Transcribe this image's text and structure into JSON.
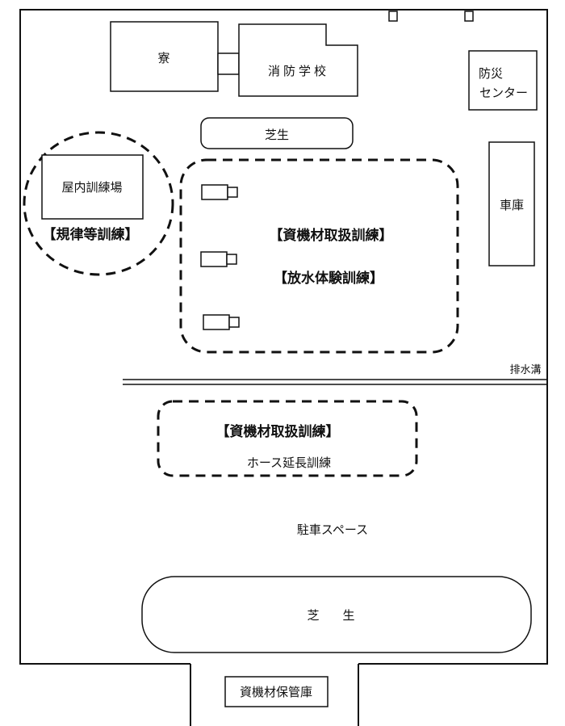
{
  "buildings": {
    "dormitory": "寮",
    "fire_school": "消防学校",
    "disaster_center_line1": "防災",
    "disaster_center_line2": "センター",
    "indoor_training_hall": "屋内訓練場",
    "garage": "車庫",
    "equipment_storage": "資機材保管庫"
  },
  "lawns": {
    "upper": "芝生",
    "lower_char1": "芝",
    "lower_char2": "生"
  },
  "training_zones": {
    "discipline": "【規律等訓練】",
    "equipment_handling_upper": "【資機材取扱訓練】",
    "water_discharge": "【放水体験訓練】",
    "equipment_handling_lower": "【資機材取扱訓練】",
    "hose_extension": "ホース延長訓練"
  },
  "labels": {
    "drainage_ditch": "排水溝",
    "parking_space": "駐車スペース"
  },
  "style": {
    "line_color": "#111111",
    "background": "#ffffff"
  }
}
